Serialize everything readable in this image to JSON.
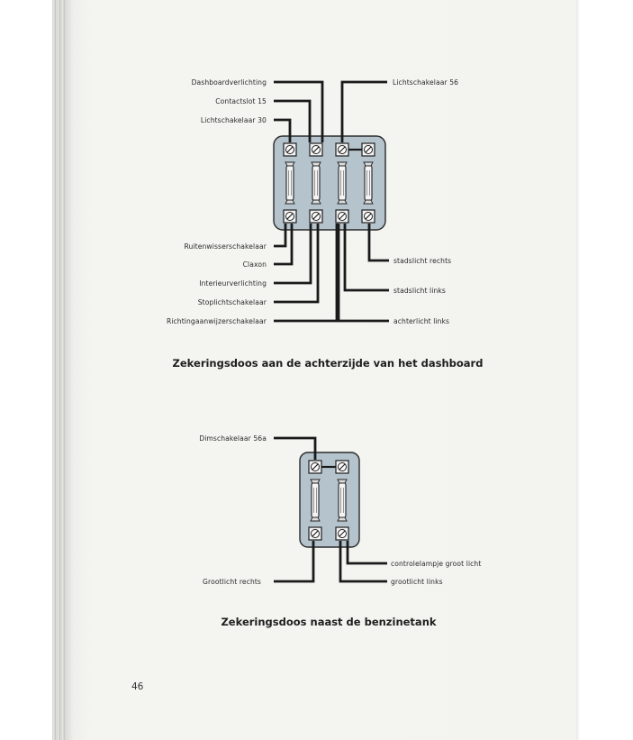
{
  "diagram1": {
    "caption": "Zekeringsdoos aan de achterzijde van het dashboard",
    "labels_top_left": [
      "Dashboardverlichting",
      "Contactslot 15",
      "Lichtschakelaar 30"
    ],
    "labels_top_right": [
      "Lichtschakelaar 56"
    ],
    "labels_bottom_left": [
      "Ruitenwisserschakelaar",
      "Claxon",
      "Interieurverlichting",
      "Stoplichtschakelaar",
      "Richtingaanwijzerschakelaar"
    ],
    "labels_bottom_right": [
      "stadslicht rechts",
      "stadslicht links",
      "achterlicht links"
    ]
  },
  "diagram2": {
    "caption": "Zekeringsdoos naast de benzinetank",
    "labels_top_left": [
      "Dimschakelaar 56a"
    ],
    "labels_bottom_left": [
      "Grootlicht rechts"
    ],
    "labels_bottom_right": [
      "controlelampje groot licht",
      "grootlicht links"
    ]
  },
  "page_number": "46"
}
